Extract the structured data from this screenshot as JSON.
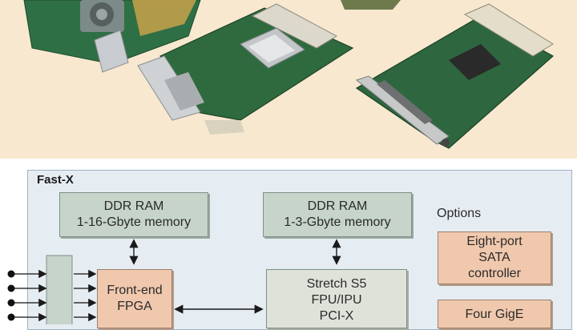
{
  "diagram": {
    "title": "Fast-X",
    "ddr_left": {
      "line1": "DDR RAM",
      "line2": "1-16-Gbyte memory"
    },
    "ddr_right": {
      "line1": "DDR RAM",
      "line2": "1-3-Gbyte memory"
    },
    "options_label": "Options",
    "sata": {
      "line1": "Eight-port",
      "line2": "SATA",
      "line3": "controller"
    },
    "frontend": {
      "line1": "Front-end",
      "line2": "FPGA"
    },
    "stretch": {
      "line1": "Stretch S5",
      "line2": "FPU/IPU",
      "line3": "PCI-X"
    },
    "gige": {
      "line1": "Four GigE"
    }
  },
  "colors": {
    "photo_background": "#f7e8cf",
    "diagram_frame": "#e6edf2",
    "memory_box": "#c6d4c9",
    "option_box": "#f0c8ad",
    "processor_box": "#dfe2d9"
  }
}
